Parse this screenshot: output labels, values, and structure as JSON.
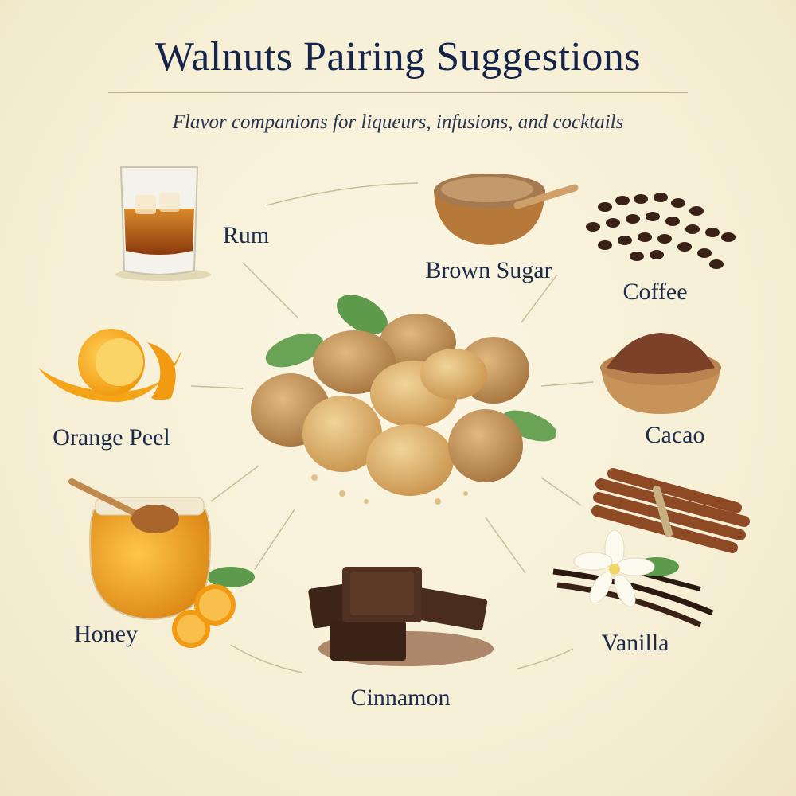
{
  "header": {
    "title": "Walnuts Pairing Suggestions",
    "subtitle": "Flavor companions for liqueurs, infusions, and cocktails"
  },
  "center": {
    "item": "walnuts",
    "icon": "walnuts-pile-icon"
  },
  "pairings": [
    {
      "label": "Rum",
      "icon": "rum-glass-icon"
    },
    {
      "label": "Brown Sugar",
      "icon": "brown-sugar-bowl-icon"
    },
    {
      "label": "Coffee",
      "icon": "coffee-beans-icon"
    },
    {
      "label": "Orange Peel",
      "icon": "orange-peel-icon"
    },
    {
      "label": "Cacao",
      "icon": "cacao-powder-bowl-icon"
    },
    {
      "label": "Honey",
      "icon": "honey-jar-icon"
    },
    {
      "label": "Vanilla",
      "icon": "vanilla-flower-icon"
    },
    {
      "label": "Cinnamon",
      "icon": "chocolate-pieces-icon"
    },
    {
      "label": "",
      "icon": "cinnamon-sticks-icon"
    }
  ],
  "colors": {
    "background": "#f6efd6",
    "text": "#1c2a4c",
    "connector": "#c9bc98"
  }
}
